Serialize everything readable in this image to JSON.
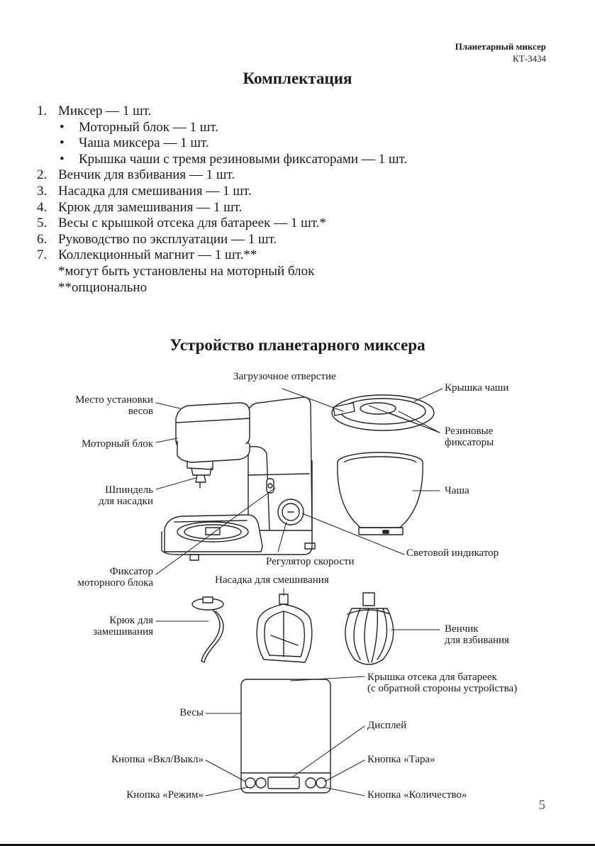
{
  "header": {
    "title": "Планетарный миксер",
    "model": "КТ-3434"
  },
  "section1": {
    "title": "Комплектация",
    "items": [
      {
        "num": "1.",
        "text": "Миксер — 1 шт."
      },
      {
        "num": "2.",
        "text": "Венчик для взбивания — 1 шт."
      },
      {
        "num": "3.",
        "text": "Насадка для смешивания — 1 шт."
      },
      {
        "num": "4.",
        "text": "Крюк для замешивания — 1 шт."
      },
      {
        "num": "5.",
        "text": "Весы с крышкой отсека для батареек — 1 шт.*"
      },
      {
        "num": "6.",
        "text": "Руководство по эксплуатации — 1 шт."
      },
      {
        "num": "7.",
        "text": "Коллекционный магнит — 1 шт.**"
      }
    ],
    "subitems": [
      "Моторный блок — 1 шт.",
      "Чаша миксера — 1 шт.",
      "Крышка чаши с тремя резиновыми фиксаторами — 1 шт."
    ],
    "bullet": "•",
    "notes": [
      "*могут быть установлены на моторный блок",
      "**опционально"
    ]
  },
  "section2": {
    "title": "Устройство планетарного миксера",
    "labels": {
      "loading_opening": "Загрузочное отверстие",
      "scale_place_1": "Место установки",
      "scale_place_2": "весов",
      "motor_block": "Моторный блок",
      "spindle_1": "Шпиндель",
      "spindle_2": "для насадки",
      "motor_lock_1": "Фиксатор",
      "motor_lock_2": "моторного блока",
      "speed_control": "Регулятор скорости",
      "bowl_lid": "Крышка чаши",
      "rubber_1": "Резиновые",
      "rubber_2": "фиксаторы",
      "bowl": "Чаша",
      "indicator": "Световой индикатор",
      "mixing_attachment": "Насадка для смешивания",
      "hook_1": "Крюк для",
      "hook_2": "замешивания",
      "whisk_1": "Венчик",
      "whisk_2": "для взбивания",
      "battery_cover_1": "Крышка отсека для батареек",
      "battery_cover_2": "(с обратной стороны устройства)",
      "scales": "Весы",
      "display": "Дисплей",
      "power_button": "Кнопка «Вкл/Выкл»",
      "tare_button": "Кнопка «Тара»",
      "mode_button": "Кнопка «Режим»",
      "quantity_button": "Кнопка «Количество»"
    }
  },
  "page_number": "5"
}
